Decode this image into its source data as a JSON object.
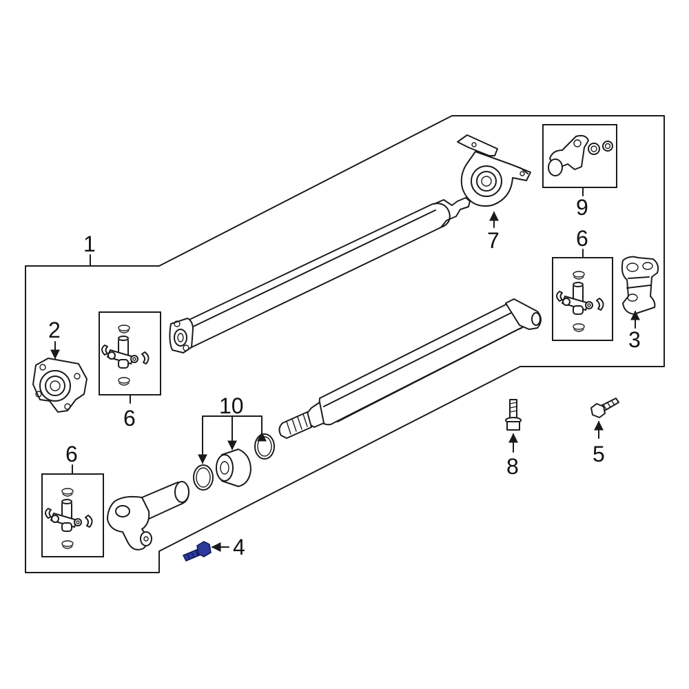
{
  "diagram": {
    "callouts": {
      "c1": "1",
      "c2": "2",
      "c3": "3",
      "c4": "4",
      "c5": "5",
      "c6a": "6",
      "c6b": "6",
      "c6c": "6",
      "c7": "7",
      "c8": "8",
      "c9": "9",
      "c10": "10"
    },
    "colors": {
      "line": "#1a1a1a",
      "highlight_bolt": "#2b3a9c",
      "background": "#ffffff"
    }
  }
}
